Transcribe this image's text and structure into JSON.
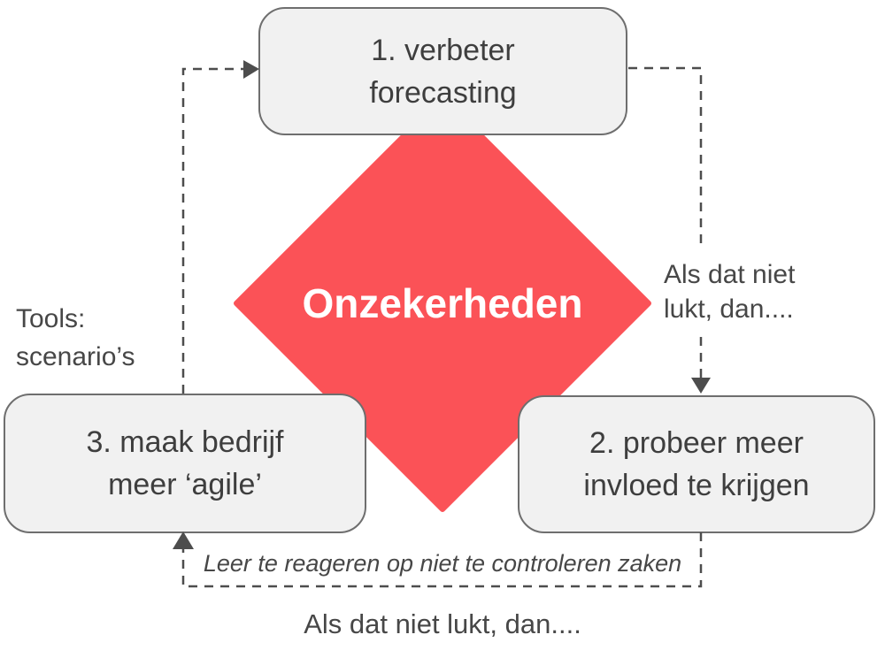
{
  "colors": {
    "background": "#FFFFFF",
    "diamond": "#FB5257",
    "diamond-text": "#FFFFFF",
    "box-fill": "#F1F1F1",
    "box-border": "#6E6E6E",
    "box-text": "#3E3E3E",
    "label-text": "#474747",
    "arrow": "#4D4D4D"
  },
  "diamond": {
    "label": "Onzekerheden"
  },
  "boxes": {
    "box1": {
      "line1": "1. verbeter",
      "line2": "forecasting"
    },
    "box2": {
      "line1": "2. probeer meer",
      "line2": "invloed te krijgen"
    },
    "box3": {
      "line1": "3. maak bedrijf",
      "line2": "meer ‘agile’"
    }
  },
  "labels": {
    "right": {
      "line1": "Als dat niet",
      "line2": "lukt, dan...."
    },
    "tools": {
      "line1": "Tools:",
      "line2": "scenario’s"
    },
    "learn": "Leer te reageren op niet te controleren zaken",
    "bottom": "Als dat niet lukt, dan...."
  }
}
